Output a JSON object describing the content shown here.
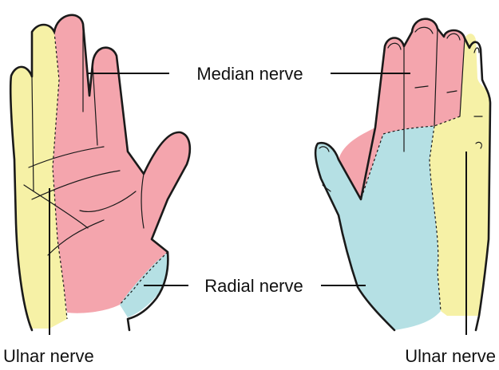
{
  "labels": {
    "median": "Median nerve",
    "radial": "Radial nerve",
    "ulnar_left": "Ulnar nerve",
    "ulnar_right": "Ulnar nerve"
  },
  "colors": {
    "median": "#f4a5ad",
    "radial": "#b5e0e4",
    "ulnar": "#f6f1a6",
    "outline": "#1a1a1a",
    "background": "#ffffff"
  }
}
